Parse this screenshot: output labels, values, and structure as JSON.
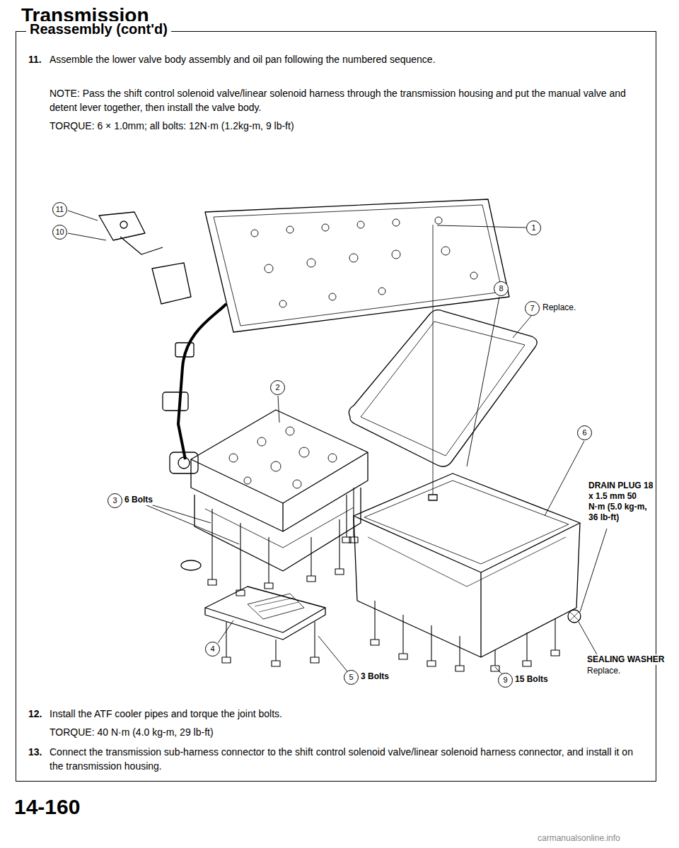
{
  "diagram": {
    "title": "Transmission",
    "nodes": [
      {
        "text": [
          "Reassembly (cont'd)"
        ]
      }
    ],
    "labels": [
      "11.",
      "Assemble the lower valve body assembly and oil pan following the numbered sequence.",
      "NOTE: Pass the shift control solenoid valve/linear solenoid harness through the transmission housing and put the manual valve and detent lever together, then install the valve body.",
      "TORQUE: 6 × 1.0mm; all bolts: 12N·m (1.2kg-m, 9 lb-ft)",
      "11",
      "10",
      "1",
      "8",
      "7",
      "Replace.",
      "2",
      "6",
      "3",
      "6 Bolts",
      "DRAIN PLUG 18 x 1.5 mm 50 N·m (5.0 kg-m, 36 lb-ft)",
      "SEALING WASHER",
      "Replace.",
      "4",
      "5",
      "3 Bolts",
      "9",
      "15 Bolts",
      "12.",
      "Install the ATF cooler pipes and torque the joint bolts.",
      "TORQUE: 40 N·m (4.0 kg-m, 29 lb-ft)",
      "13.",
      "Connect the transmission sub-harness connector to the shift control solenoid valve/linear solenoid harness connector, and install it on the transmission housing.",
      "14-160",
      "carmanualsonline.info"
    ]
  }
}
